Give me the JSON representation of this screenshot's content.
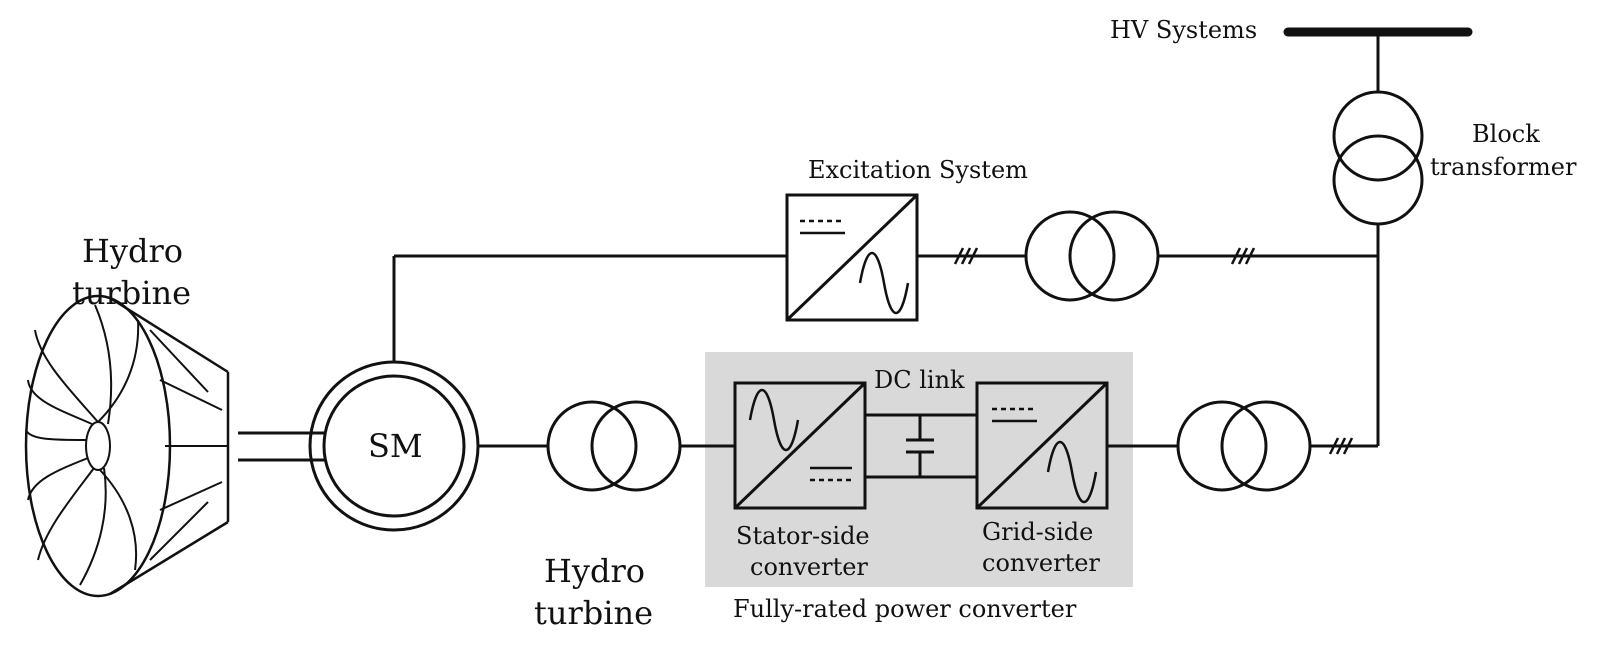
{
  "labels": {
    "hv_systems": "HV Systems",
    "block_transformer_line1": "Block",
    "block_transformer_line2": "transformer",
    "excitation_system": "Excitation System",
    "hydro_turbine_left_line1": "Hydro",
    "hydro_turbine_left_line2": "turbine",
    "hydro_turbine_bottom_line1": "Hydro",
    "hydro_turbine_bottom_line2": "turbine",
    "sm": "SM",
    "dc_link": "DC link",
    "stator_side_line1": "Stator-side",
    "stator_side_line2": "converter",
    "grid_side_line1": "Grid-side",
    "grid_side_line2": "converter",
    "fully_rated": "Fully-rated power converter"
  },
  "colors": {
    "converter_area": "#d9d9d9",
    "line": "#111111"
  }
}
